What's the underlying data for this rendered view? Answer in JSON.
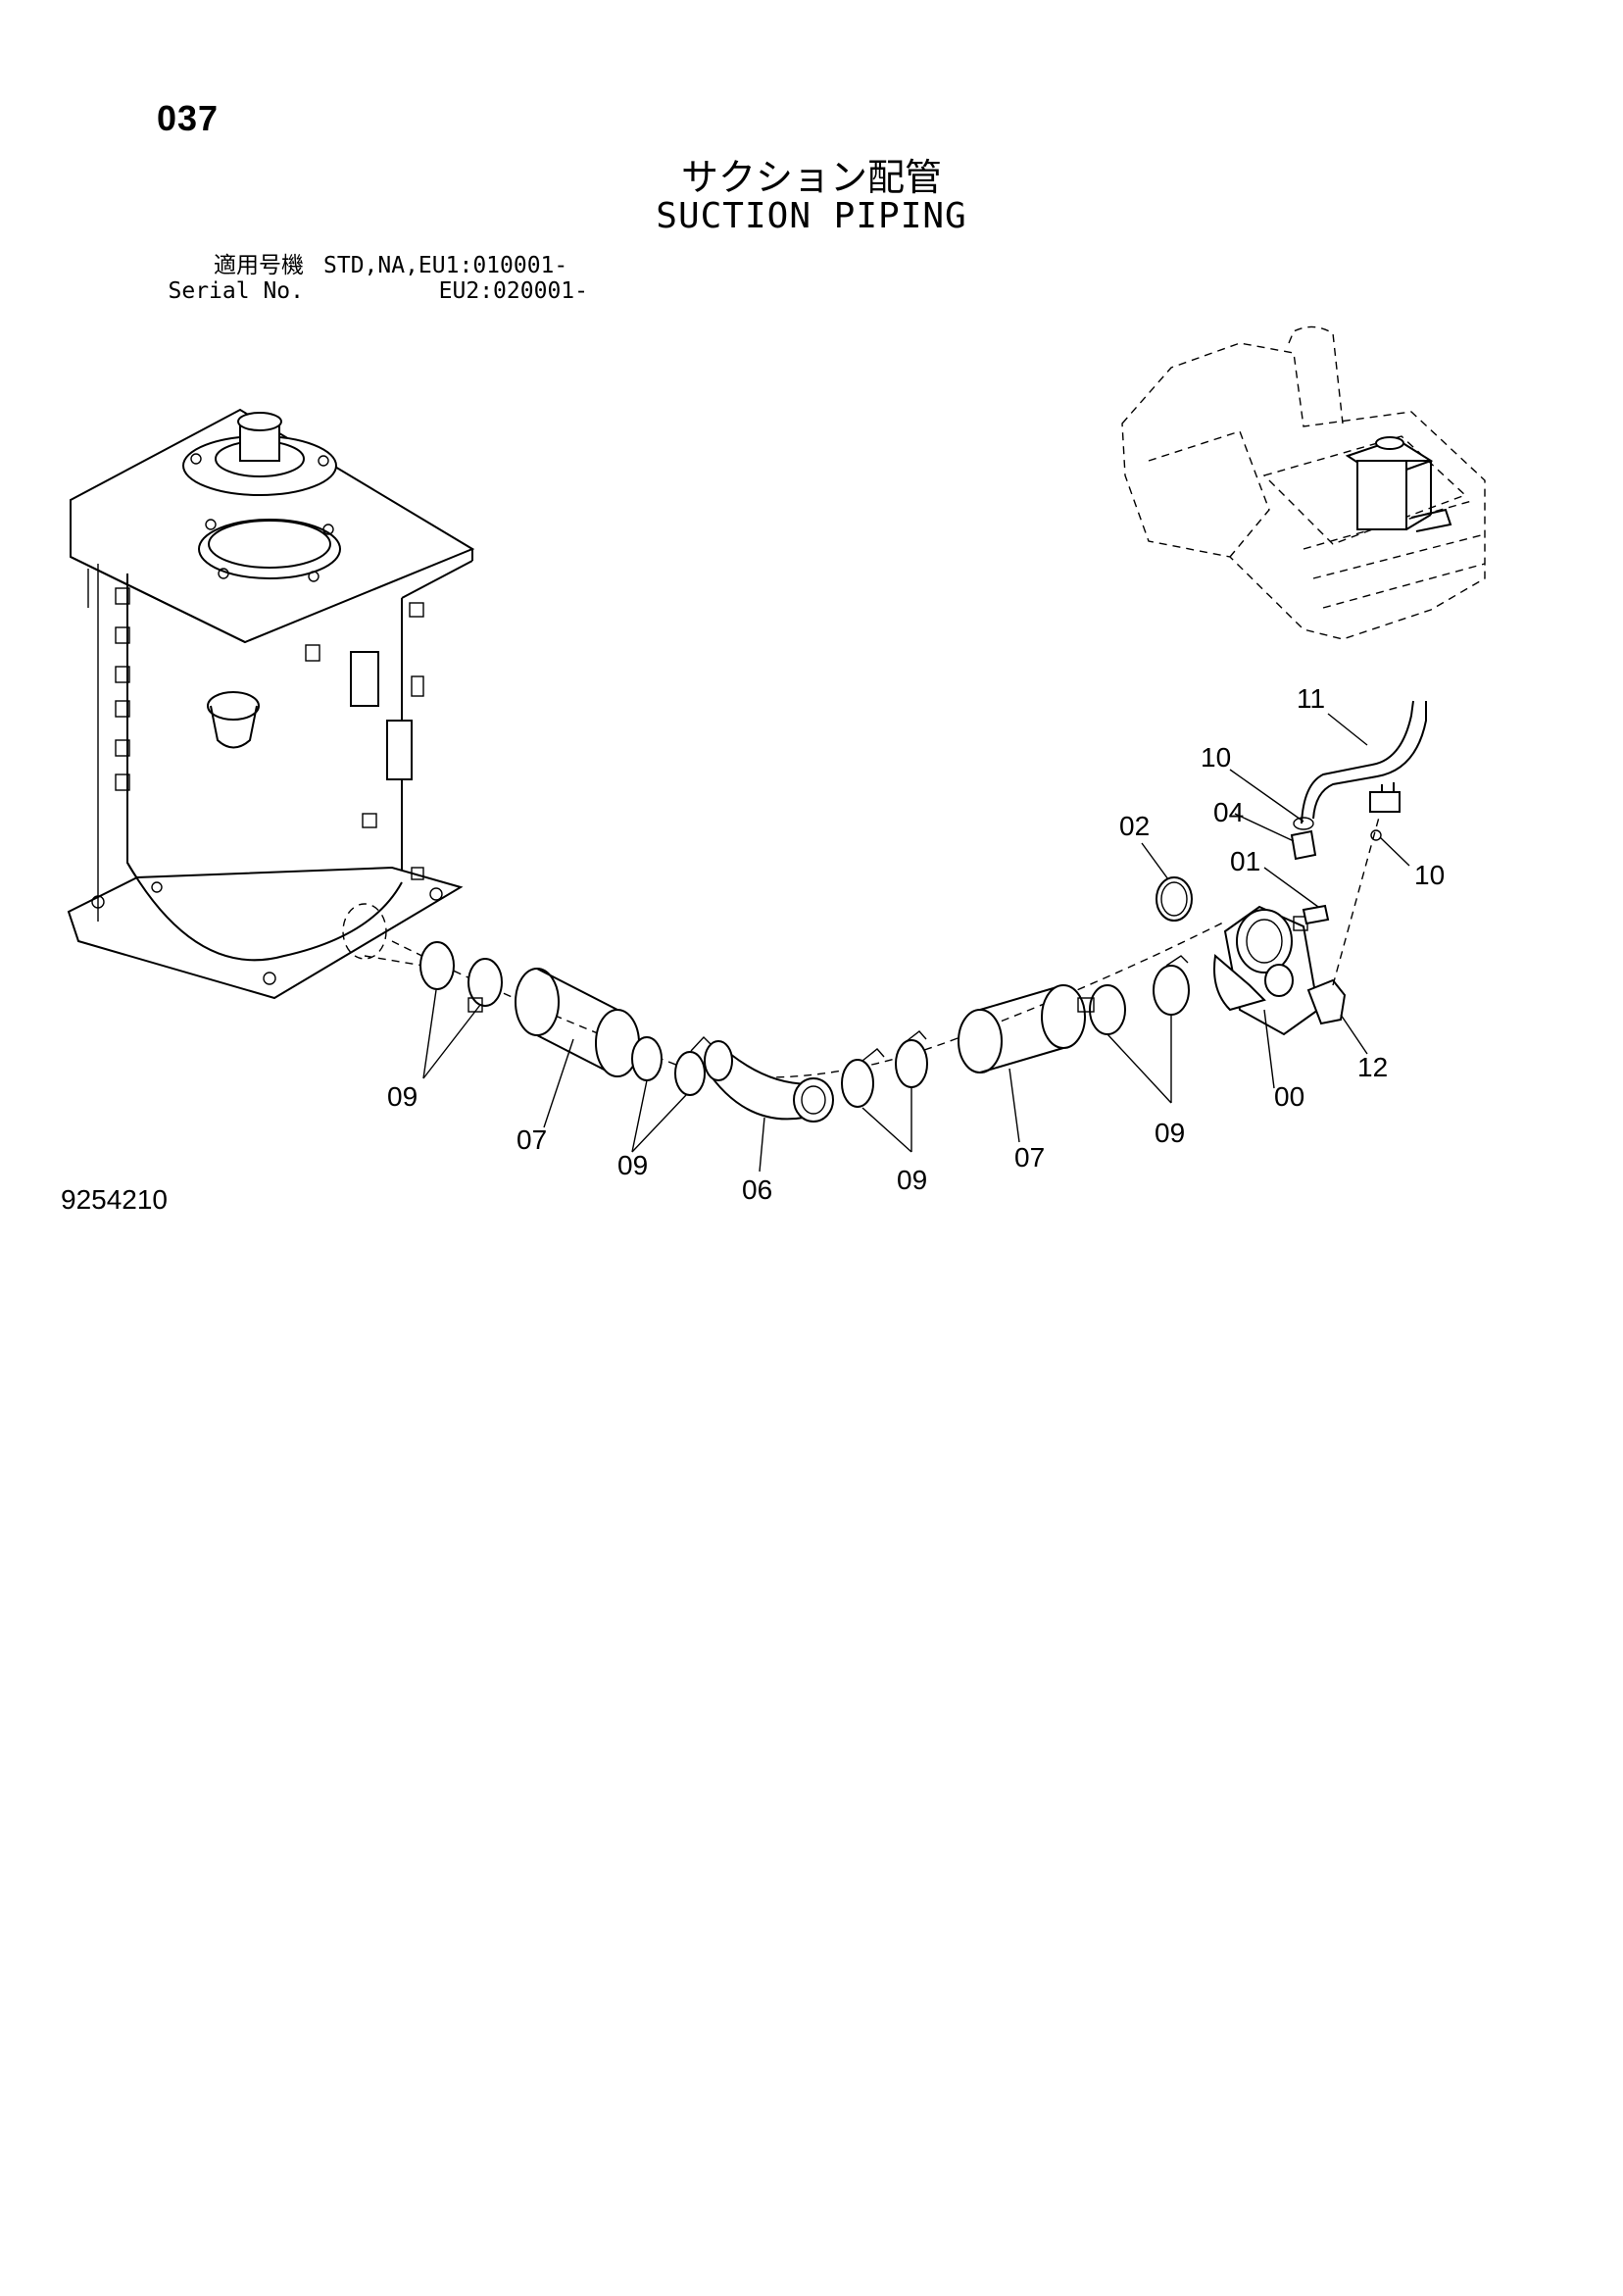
{
  "page_number": "037",
  "title_jp": "サクション配管",
  "title_en": "SUCTION PIPING",
  "serial": {
    "label_jp": "適用号機",
    "label_en": "Serial No.",
    "value_1": "STD,NA,EU1:010001-",
    "value_2": "EU2:020001-"
  },
  "drawing_number": "9254210",
  "callouts": {
    "c11": "11",
    "c10a": "10",
    "c04": "04",
    "c10b": "10",
    "c02": "02",
    "c01": "01",
    "c12": "12",
    "c00": "00",
    "c09a": "09",
    "c07a": "07",
    "c09b": "09",
    "c06": "06",
    "c09c": "09",
    "c07b": "07",
    "c09d": "09"
  }
}
